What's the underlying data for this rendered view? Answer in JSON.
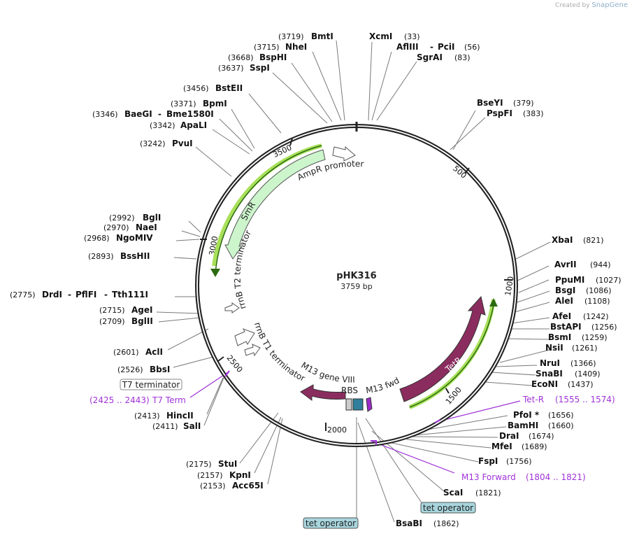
{
  "credit": {
    "prefix": "Created by",
    "brand": "SnapGene"
  },
  "plasmid": {
    "name": "pHK316",
    "size_label": "3759 bp"
  },
  "ticks": [
    "500",
    "1000",
    "1500",
    "2000",
    "2500",
    "3000",
    "3500"
  ],
  "features": {
    "ampr_promoter": "AmpR promoter",
    "smr": "SmR",
    "rrnb_t2": "rrnB T2 terminator",
    "rrnb_t1": "rrnB T1 terminator",
    "m13_gene8": "M13 gene VIII",
    "rbs": "RBS",
    "m13_fwd": "M13 fwd",
    "tetr": "TetR",
    "t7_terminator": "T7 terminator",
    "tet_operator_1": "tet operator",
    "tet_operator_2": "tet operator"
  },
  "enzymes": {
    "bmti": {
      "name": "BmtI",
      "pos": "(3719)"
    },
    "nhei": {
      "name": "NheI",
      "pos": "(3715)"
    },
    "bsphi": {
      "name": "BspHI",
      "pos": "(3668)"
    },
    "sspi": {
      "name": "SspI",
      "pos": "(3637)"
    },
    "bsteii": {
      "name": "BstEII",
      "pos": "(3456)"
    },
    "bpmi": {
      "name": "BpmI",
      "pos": "(3371)"
    },
    "baegi": {
      "name": "BaeGI",
      "pos": "(3346)"
    },
    "bme1580i": {
      "name": "Bme1580I"
    },
    "apali": {
      "name": "ApaLI",
      "pos": "(3342)"
    },
    "pvui": {
      "name": "PvuI",
      "pos": "(3242)"
    },
    "xcmi": {
      "name": "XcmI",
      "pos": "(33)"
    },
    "afliii": {
      "name": "AflIII",
      "pos": "(56)"
    },
    "pcii": {
      "name": "PciI"
    },
    "sgrai": {
      "name": "SgrAI",
      "pos": "(83)"
    },
    "bseyi": {
      "name": "BseYI",
      "pos": "(379)"
    },
    "pspfi": {
      "name": "PspFI",
      "pos": "(383)"
    },
    "bgli": {
      "name": "BglI",
      "pos": "(2992)"
    },
    "naei": {
      "name": "NaeI",
      "pos": "(2970)"
    },
    "ngomiv": {
      "name": "NgoMIV",
      "pos": "(2968)"
    },
    "bsshii": {
      "name": "BssHII",
      "pos": "(2893)"
    },
    "drdi": {
      "name": "DrdI",
      "pos": "(2775)"
    },
    "pflfi": {
      "name": "PflFI"
    },
    "tth111i": {
      "name": "Tth111I"
    },
    "agei": {
      "name": "AgeI",
      "pos": "(2715)"
    },
    "bglii": {
      "name": "BglII",
      "pos": "(2709)"
    },
    "acli": {
      "name": "AclI",
      "pos": "(2601)"
    },
    "bbsi": {
      "name": "BbsI",
      "pos": "(2526)"
    },
    "hincii": {
      "name": "HincII",
      "pos": "(2413)"
    },
    "sali": {
      "name": "SalI",
      "pos": "(2411)"
    },
    "stui": {
      "name": "StuI",
      "pos": "(2175)"
    },
    "kpni": {
      "name": "KpnI",
      "pos": "(2157)"
    },
    "acc65i": {
      "name": "Acc65I",
      "pos": "(2153)"
    },
    "xbai": {
      "name": "XbaI",
      "pos": "(821)"
    },
    "avrii": {
      "name": "AvrII",
      "pos": "(944)"
    },
    "ppumi": {
      "name": "PpuMI",
      "pos": "(1027)"
    },
    "bsgi": {
      "name": "BsgI",
      "pos": "(1086)"
    },
    "alei": {
      "name": "AleI",
      "pos": "(1108)"
    },
    "afei": {
      "name": "AfeI",
      "pos": "(1242)"
    },
    "bstapi": {
      "name": "BstAPI",
      "pos": "(1256)"
    },
    "bsmi": {
      "name": "BsmI",
      "pos": "(1259)"
    },
    "nsii": {
      "name": "NsiI",
      "pos": "(1261)"
    },
    "irui": {
      "name": "NruI",
      "pos": "(1366)"
    },
    "snabi": {
      "name": "SnaBI",
      "pos": "(1409)"
    },
    "econi": {
      "name": "EcoNI",
      "pos": "(1437)"
    },
    "pfoi": {
      "name": "PfoI *",
      "pos": "(1656)"
    },
    "bamhi": {
      "name": "BamHI",
      "pos": "(1660)"
    },
    "drai": {
      "name": "DraI",
      "pos": "(1674)"
    },
    "mfei": {
      "name": "MfeI",
      "pos": "(1689)"
    },
    "fspi": {
      "name": "FspI",
      "pos": "(1756)"
    },
    "scai": {
      "name": "ScaI",
      "pos": "(1821)"
    },
    "bsabi": {
      "name": "BsaBI",
      "pos": "(1862)"
    }
  },
  "primers": {
    "t7term": {
      "name": "T7 Term",
      "range": "(2425 .. 2443)"
    },
    "tetr": {
      "name": "Tet-R",
      "range": "(1555 .. 1574)"
    },
    "m13fwd": {
      "name": "M13 Forward",
      "range": "(1804 .. 1821)"
    }
  },
  "colors": {
    "backbone": "#222222",
    "smr": "#ccf5cc",
    "tetr": "#8b2c5f",
    "m13_gene8": "#8b2c5f",
    "rbs": "#2e7f9b",
    "m13_fwd": "#9b2cc8",
    "primer": "#a032d8",
    "highlight": "#a8e05a",
    "tet_operator": "#a8d6de"
  }
}
